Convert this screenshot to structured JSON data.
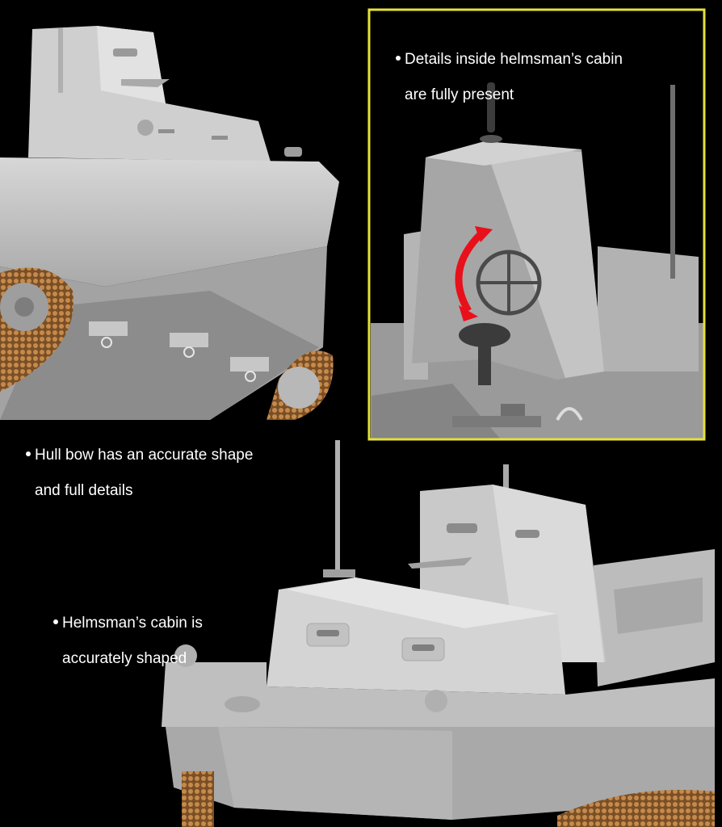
{
  "captions": {
    "cabin_detail": {
      "line1": "Details inside helmsman’s cabin",
      "line2": "are fully present"
    },
    "hull_bow": {
      "line1": "Hull bow has an accurate shape",
      "line2": "and full details"
    },
    "helmsman_cabin": {
      "line1": "Helmsman’s cabin is",
      "line2": "accurately shaped"
    }
  },
  "colors": {
    "background": "#000000",
    "frame": "#e5e23a",
    "model_grey": "#bdbdbd",
    "track_copper": "#b27a43",
    "arrow_red": "#e8101a"
  }
}
